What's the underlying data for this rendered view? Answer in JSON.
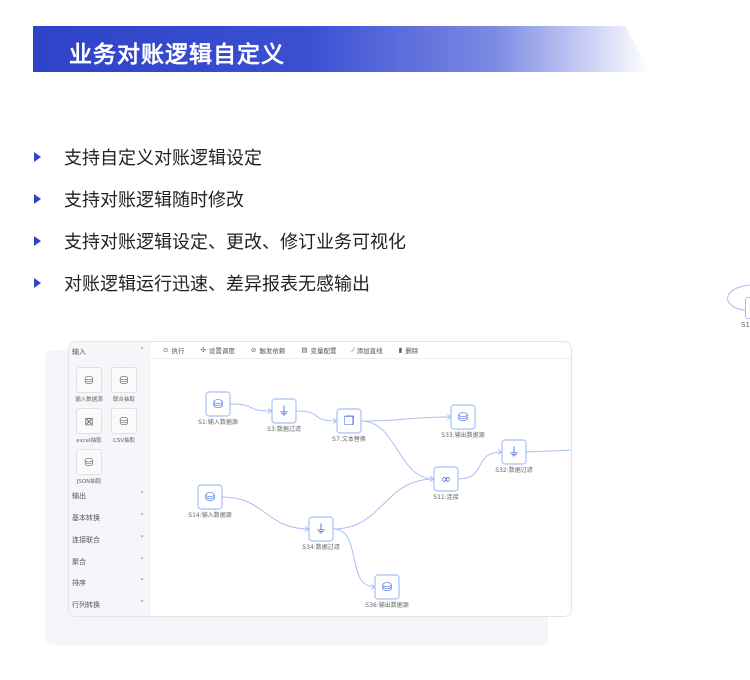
{
  "title": "业务对账逻辑自定义",
  "bullets": [
    "支持自定义对账逻辑设定",
    "支持对账逻辑随时修改",
    "支持对账逻辑设定、更改、修订业务可视化",
    "对账逻辑运行迅速、差异报表无感输出"
  ],
  "colors": {
    "accent": "#2f43c9",
    "node_border": "#a8bff5",
    "node_icon": "#3b63e0",
    "edge": "#a8bff5"
  },
  "sidebar": {
    "section": "输入",
    "tiles": [
      {
        "label": "输入数据源",
        "icon": "database-in-icon"
      },
      {
        "label": "联合抽取",
        "icon": "database-search-icon"
      },
      {
        "label": "excel抽取",
        "icon": "excel-icon"
      },
      {
        "label": "CSV抽取",
        "icon": "csv-icon"
      },
      {
        "label": "JSON抽取",
        "icon": "json-icon"
      }
    ],
    "categories": [
      "输出",
      "基本转换",
      "连接联合",
      "聚合",
      "排序",
      "行列转换"
    ]
  },
  "toolbar": [
    {
      "label": "执行",
      "icon": "play-icon"
    },
    {
      "label": "设置调度",
      "icon": "schedule-icon"
    },
    {
      "label": "触发依赖",
      "icon": "link-icon"
    },
    {
      "label": "变量配置",
      "icon": "variable-icon"
    },
    {
      "label": "添加直线",
      "icon": "line-icon"
    },
    {
      "label": "删除",
      "icon": "trash-icon"
    }
  ],
  "nodes": [
    {
      "id": "S1",
      "label": "S1:输入数据源",
      "type": "input"
    },
    {
      "id": "S3",
      "label": "S3:数据过滤",
      "type": "filter"
    },
    {
      "id": "S7",
      "label": "S7:文本替换",
      "type": "replace"
    },
    {
      "id": "S33",
      "label": "S33:输出数据源",
      "type": "output"
    },
    {
      "id": "S32",
      "label": "S32:数据过滤",
      "type": "filter"
    },
    {
      "id": "S11",
      "label": "S11:连接",
      "type": "join"
    },
    {
      "id": "S14",
      "label": "S14:输入数据源",
      "type": "input"
    },
    {
      "id": "S34",
      "label": "S34:数据过滤",
      "type": "filter"
    },
    {
      "id": "S36",
      "label": "S36:输出数据源",
      "type": "output"
    }
  ],
  "edges": [
    [
      "S1",
      "S3"
    ],
    [
      "S3",
      "S7"
    ],
    [
      "S7",
      "S33"
    ],
    [
      "S7",
      "S11"
    ],
    [
      "S11",
      "S32"
    ],
    [
      "S14",
      "S34"
    ],
    [
      "S34",
      "S11"
    ],
    [
      "S34",
      "S36"
    ]
  ],
  "partial_label": "S1"
}
